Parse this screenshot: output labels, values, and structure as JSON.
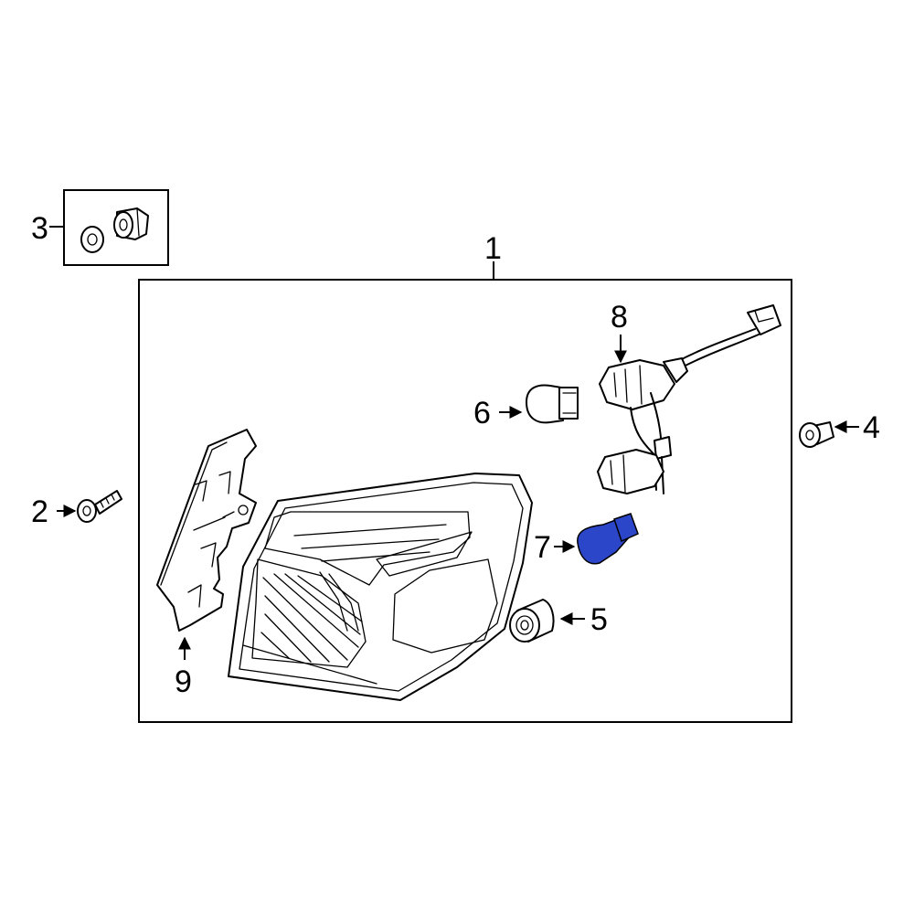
{
  "diagram": {
    "callouts": {
      "c1": "1",
      "c2": "2",
      "c3": "3",
      "c4": "4",
      "c5": "5",
      "c6": "6",
      "c7": "7",
      "c8": "8",
      "c9": "9"
    },
    "highlight_part": "7",
    "highlight_color": "#2b46c8"
  }
}
